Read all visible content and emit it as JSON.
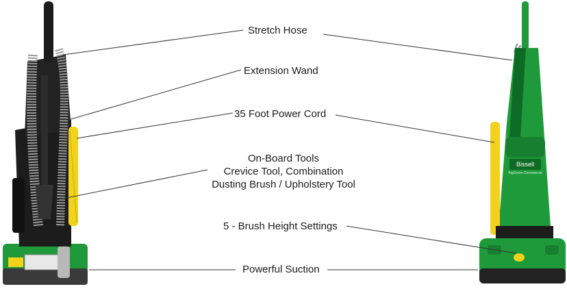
{
  "callouts": {
    "stretch_hose": "Stretch Hose",
    "extension_wand": "Extension Wand",
    "power_cord": "35 Foot Power Cord",
    "tools_line1": "On-Board Tools",
    "tools_line2": "Crevice Tool, Combination",
    "tools_line3": "Dusting Brush / Upholstery Tool",
    "brush_height": "5 - Brush Height Settings",
    "suction": "Powerful Suction"
  },
  "product": {
    "brand_badge": "Bissell",
    "brand_sub": "BigGreen Commercial"
  },
  "colors": {
    "body_green": "#1f9a3a",
    "dark_green": "#0e6b26",
    "back_black": "#1c1c1c",
    "cord_yellow": "#f2d21a",
    "hose_gray": "#9a9a9a",
    "leader_line": "#333333"
  }
}
